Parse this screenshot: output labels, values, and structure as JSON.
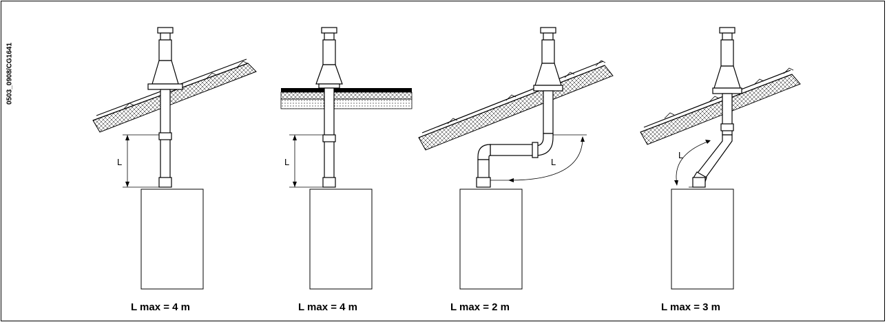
{
  "drawing_code": "0503_0908/CG1641",
  "dimension_label": "L",
  "captions": [
    {
      "text": "L max = 4 m"
    },
    {
      "text": "L max = 4 m"
    },
    {
      "text": "L max = 2 m"
    },
    {
      "text": "L max = 3 m"
    }
  ],
  "variants": [
    {
      "roof": "pitched",
      "routing": "straight"
    },
    {
      "roof": "flat",
      "routing": "straight"
    },
    {
      "roof": "pitched",
      "routing": "two-elbow offset"
    },
    {
      "roof": "pitched",
      "routing": "angled offset"
    }
  ]
}
